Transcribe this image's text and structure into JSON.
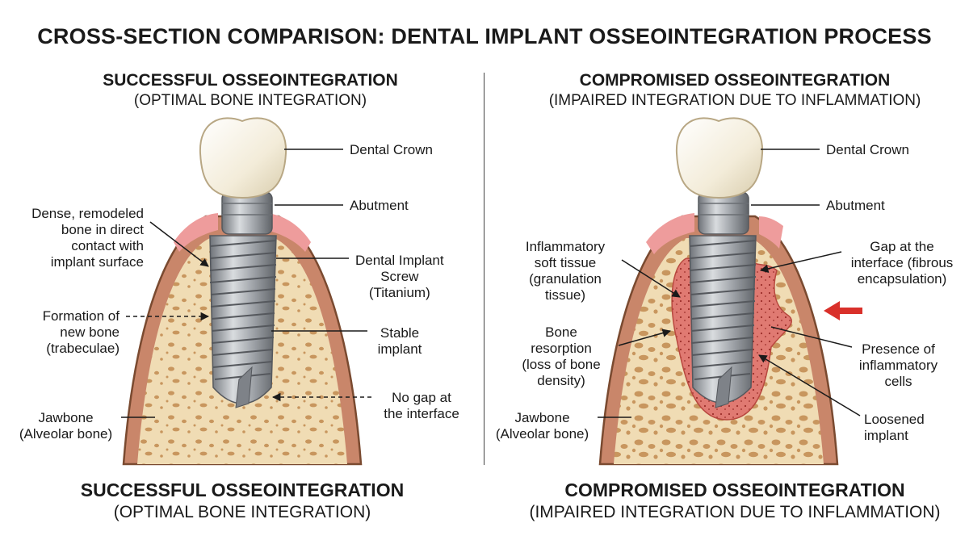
{
  "title": "CROSS-SECTION COMPARISON:  DENTAL IMPLANT OSSEOINTEGRATION PROCESS",
  "left": {
    "heading": "SUCCESSFUL OSSEOINTEGRATION",
    "subheading": "(OPTIMAL BONE INTEGRATION)",
    "labels": {
      "crown": "Dental Crown",
      "abutment": "Abutment",
      "dense_bone_1": "Dense, remodeled",
      "dense_bone_2": "bone in direct",
      "dense_bone_3": "contact with",
      "dense_bone_4": "implant surface",
      "screw_1": "Dental Implant",
      "screw_2": "Screw",
      "screw_3": "(Titanium)",
      "new_bone_1": "Formation of",
      "new_bone_2": "new bone",
      "new_bone_3": "(trabeculae)",
      "stable_1": "Stable",
      "stable_2": "implant",
      "nogap_1": "No gap at",
      "nogap_2": "the interface",
      "jaw_1": "Jawbone",
      "jaw_2": "(Alveolar bone)"
    },
    "footer_heading": "SUCCESSFUL OSSEOINTEGRATION",
    "footer_sub": "(OPTIMAL BONE INTEGRATION)"
  },
  "right": {
    "heading": "COMPROMISED OSSEOINTEGRATION",
    "subheading": "(IMPAIRED INTEGRATION DUE TO INFLAMMATION)",
    "labels": {
      "crown": "Dental Crown",
      "abutment": "Abutment",
      "infl_1": "Inflammatory",
      "infl_2": "soft tissue",
      "infl_3": "(granulation",
      "infl_4": "tissue)",
      "gap_1": "Gap at the",
      "gap_2": "interface (fibrous",
      "gap_3": "encapsulation)",
      "resorp_1": "Bone",
      "resorp_2": "resorption",
      "resorp_3": "(loss of bone",
      "resorp_4": "density)",
      "cells_1": "Presence of",
      "cells_2": "inflammatory",
      "cells_3": "cells",
      "jaw_1": "Jawbone",
      "jaw_2": "(Alveolar bone)",
      "loose_1": "Loosened",
      "loose_2": "implant"
    },
    "footer_heading": "COMPROMISED OSSEOINTEGRATION",
    "footer_sub": "(IMPAIRED INTEGRATION DUE TO INFLAMMATION)"
  },
  "colors": {
    "bone": "#f0dcb4",
    "bone_pore": "#c8965e",
    "gum": "#d98a6e",
    "gum_pink": "#ee9c9c",
    "inflammation": "#e07a72",
    "titanium": "#a9adb2",
    "crown": "#f6f1e4",
    "alert_arrow": "#d9302a"
  }
}
